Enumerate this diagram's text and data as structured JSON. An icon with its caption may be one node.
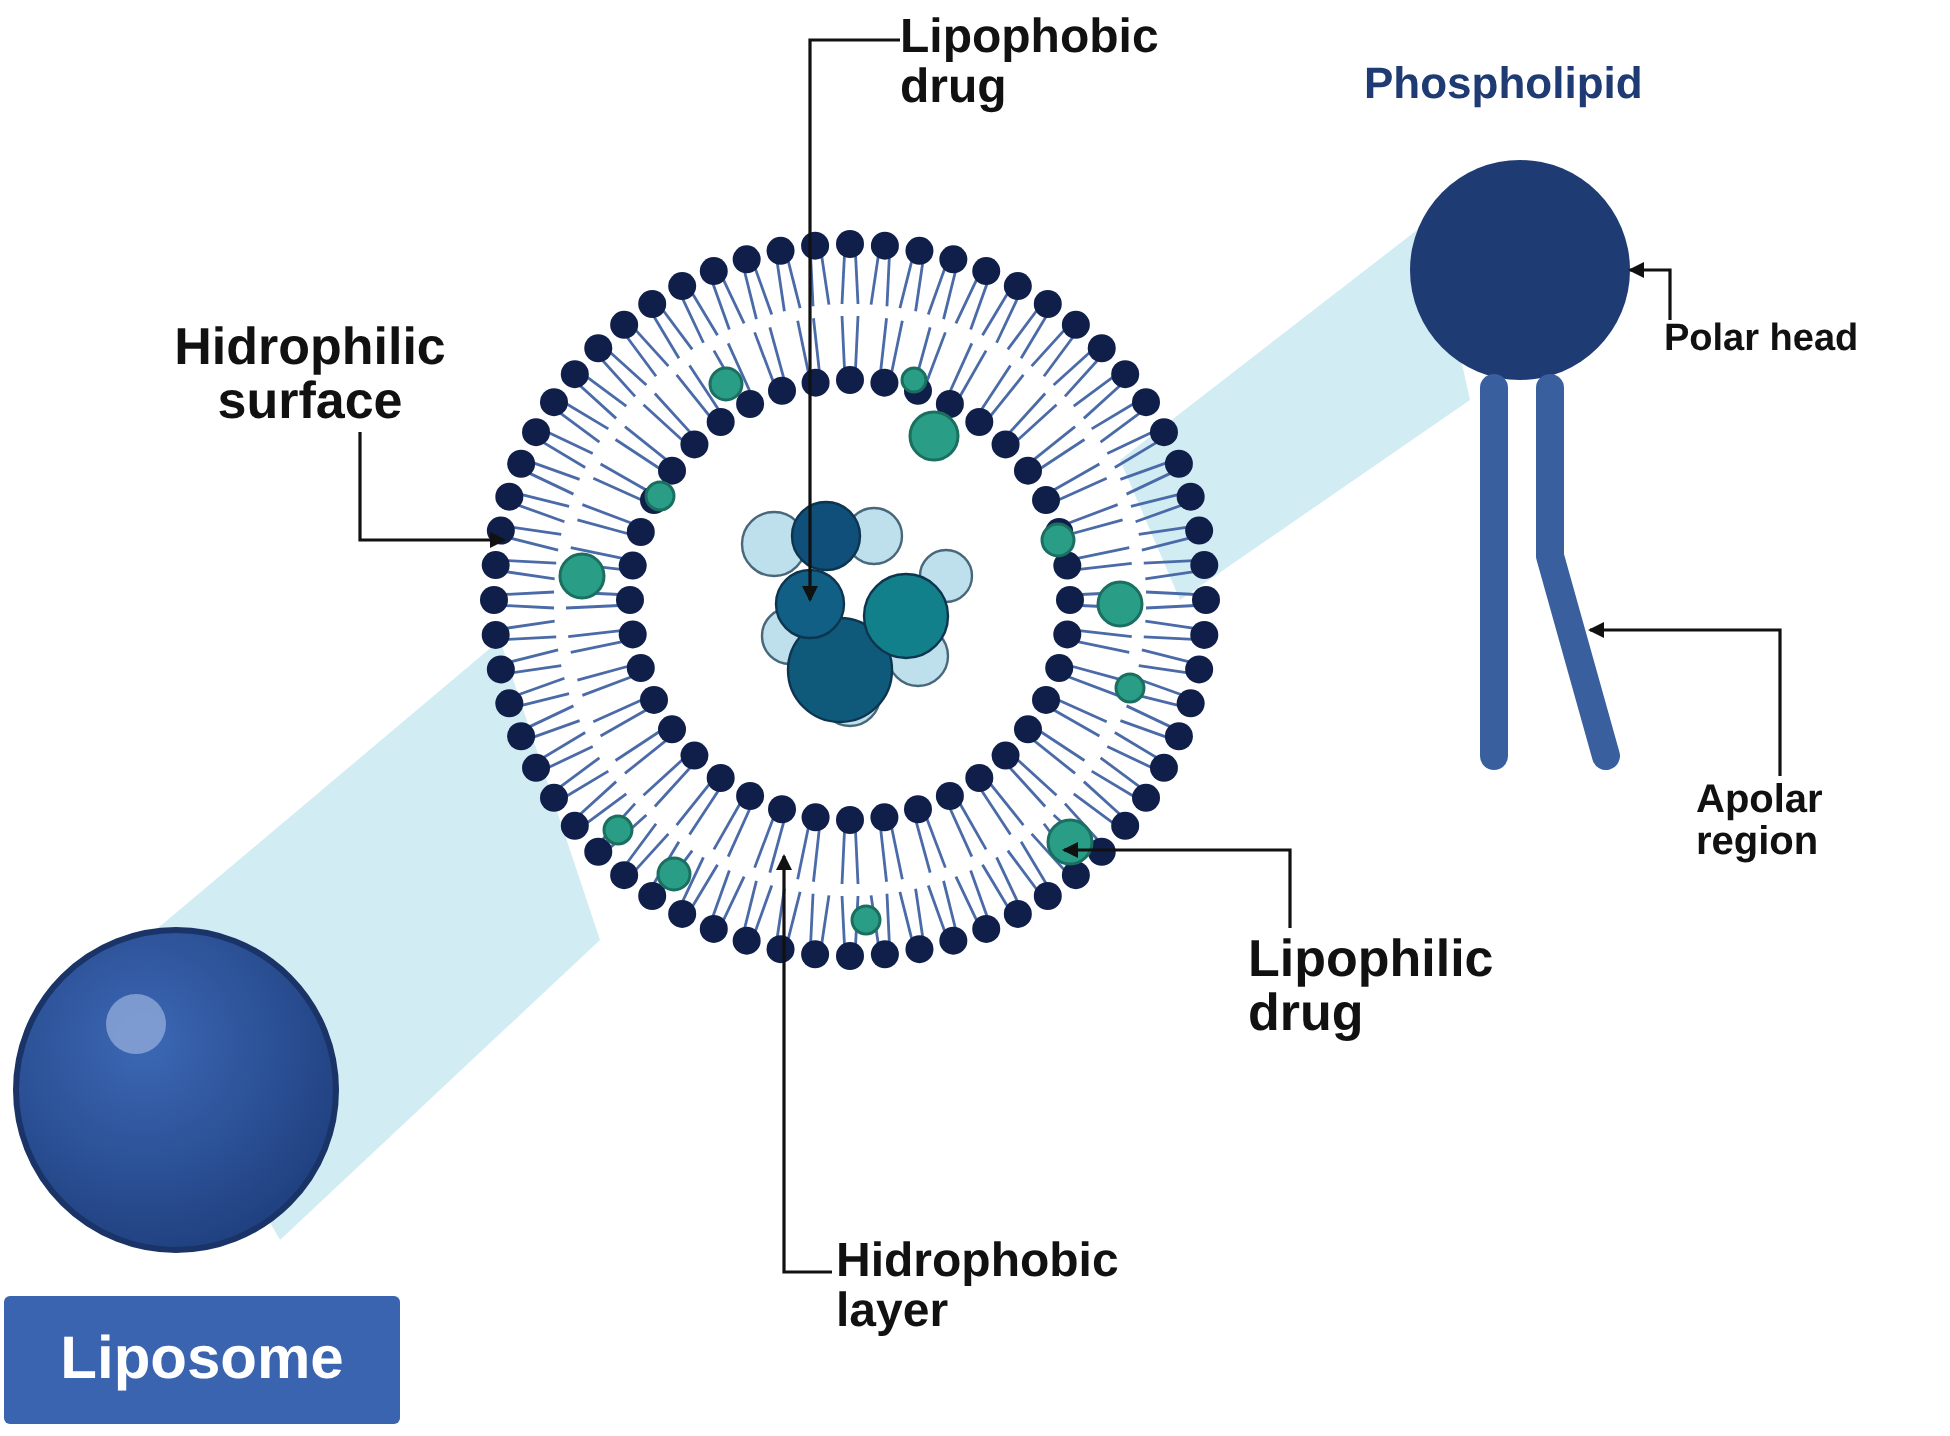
{
  "diagram": {
    "nodes": [
      {
        "text": [
          "Lipophobic drug"
        ]
      },
      {
        "text": [
          "Hidrophilic surface"
        ]
      },
      {
        "text": [
          "Polar head"
        ]
      },
      {
        "text": [
          "Apolar region"
        ]
      },
      {
        "text": [
          "Lipophilic drug"
        ]
      },
      {
        "text": [
          "Hidrophobic layer"
        ]
      },
      {
        "text": [
          "Liposome"
        ]
      },
      {
        "text": [],
        "shape": "circle"
      },
      {
        "text": [],
        "shape": "picture"
      }
    ],
    "edges": [
      {
        "from": 0,
        "to": null,
        "arrow": "to"
      },
      {
        "from": 1,
        "to": null,
        "arrow": "to"
      },
      {
        "from": 2,
        "to": 7,
        "arrow": "to"
      },
      {
        "from": 3,
        "to": 8,
        "arrow": "to"
      },
      {
        "from": 4,
        "to": null,
        "arrow": "to"
      },
      {
        "from": 5,
        "to": null,
        "arrow": "to"
      }
    ],
    "labels": [
      "Phospholipid"
    ]
  }
}
